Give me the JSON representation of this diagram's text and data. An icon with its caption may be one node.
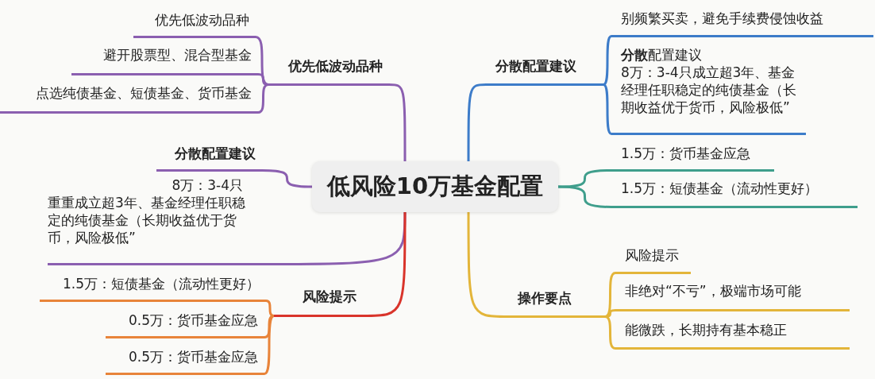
{
  "diagram": {
    "nodes": [
      {
        "text": [
          "低风险10万基金配置"
        ]
      },
      {
        "text": [
          "优先低波动品种"
        ]
      },
      {
        "text": [
          "优先低波动品种"
        ]
      },
      {
        "text": [
          "避开股票型、混合型基金"
        ]
      },
      {
        "text": [
          "点选纯债基金、短债基金、货币基金"
        ]
      },
      {
        "text": [
          "分散配置建议"
        ]
      },
      {
        "text": [
          "8万：3-4只",
          "重重成立超3年、基金经理任职稳定的纯债基金（长期收益优于货币，风险极低”"
        ]
      },
      {
        "text": [
          "风险提示"
        ]
      },
      {
        "text": [
          "1.5万：短债基金（流动性更好）"
        ]
      },
      {
        "text": [
          "0.5万：货币基金应急"
        ]
      },
      {
        "text": [
          "0.5万：货币基金应急"
        ]
      },
      {
        "text": [
          "分散配置建议"
        ]
      },
      {
        "text": [
          "别频繁买卖，避免手续费侵蚀收益"
        ]
      },
      {
        "text": [
          "**分散**配置建议",
          "8万：3-4只成立超3年、基金经理任职稳定的纯债基金（长期收益优于货币，风险极低”"
        ]
      },
      {
        "text": [
          "1.5万：货币基金应急"
        ]
      },
      {
        "text": [
          "1.5万：短债基金（流动性更好）"
        ]
      },
      {
        "text": [
          "操作要点"
        ]
      },
      {
        "text": [
          "风险提示"
        ]
      },
      {
        "text": [
          "非绝对“不亏”，极端市场可能"
        ]
      },
      {
        "text": [
          "能微跌，长期持有基本稳正"
        ]
      }
    ],
    "edges": [
      {
        "from": 0,
        "to": 1,
        "arrow": "none"
      },
      {
        "from": 1,
        "to": 2,
        "arrow": "none"
      },
      {
        "from": 1,
        "to": 3,
        "arrow": "none"
      },
      {
        "from": 1,
        "to": 4,
        "arrow": "none"
      },
      {
        "from": 0,
        "to": 5,
        "arrow": "none"
      },
      {
        "from": 0,
        "to": 6,
        "arrow": "none"
      },
      {
        "from": 0,
        "to": 7,
        "arrow": "none",
        "color": "#d9342b"
      },
      {
        "from": 7,
        "to": 8,
        "arrow": "none",
        "color": "#e8843a"
      },
      {
        "from": 7,
        "to": 9,
        "arrow": "none",
        "color": "#e8843a"
      },
      {
        "from": 7,
        "to": 10,
        "arrow": "none",
        "color": "#e8843a"
      },
      {
        "from": 0,
        "to": 11,
        "arrow": "none",
        "color": "#3d7cc9"
      },
      {
        "from": 11,
        "to": 12,
        "arrow": "none",
        "color": "#3d7cc9"
      },
      {
        "from": 11,
        "to": 13,
        "arrow": "none",
        "color": "#3d7cc9"
      },
      {
        "from": 0,
        "to": 14,
        "arrow": "none",
        "color": "#3f9e8c"
      },
      {
        "from": 0,
        "to": 15,
        "arrow": "none",
        "color": "#3f9e8c"
      },
      {
        "from": 0,
        "to": 16,
        "arrow": "none",
        "color": "#e3b53a"
      },
      {
        "from": 16,
        "to": 17,
        "arrow": "none",
        "color": "#e3b53a"
      },
      {
        "from": 16,
        "to": 18,
        "arrow": "none",
        "color": "#e3b53a"
      },
      {
        "from": 16,
        "to": 19,
        "arrow": "none",
        "color": "#e3b53a"
      }
    ]
  }
}
